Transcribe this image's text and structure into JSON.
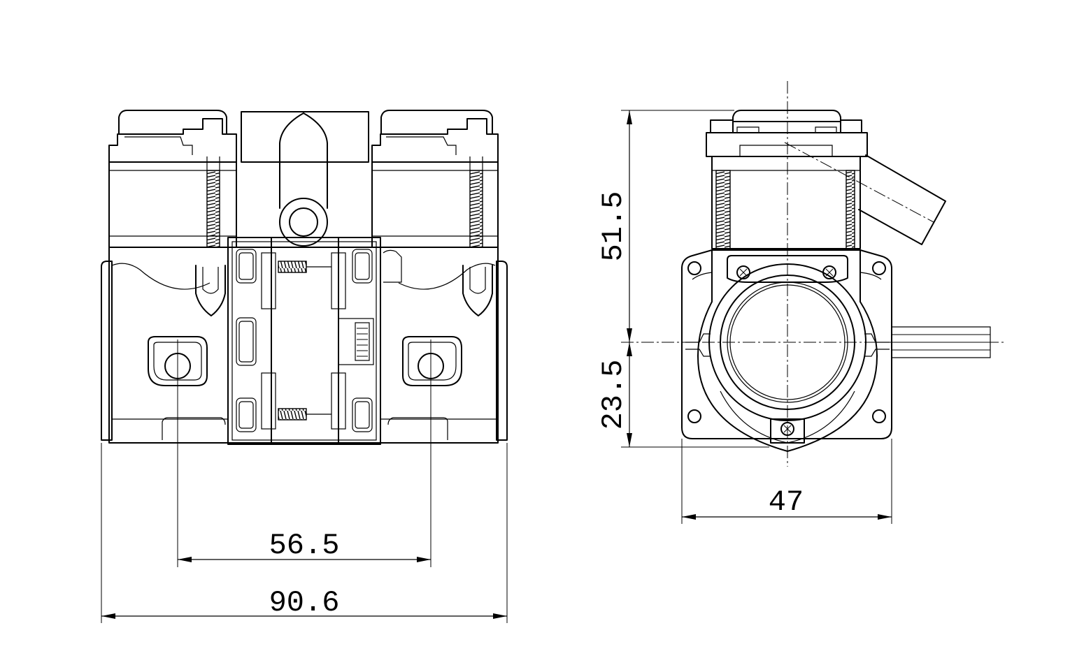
{
  "dimensions": {
    "front_hole_spacing": "56.5",
    "front_overall_width": "90.6",
    "side_upper_height": "51.5",
    "side_lower_height": "23.5",
    "side_width": "47"
  },
  "colors": {
    "line": "#000000",
    "background": "#ffffff"
  }
}
